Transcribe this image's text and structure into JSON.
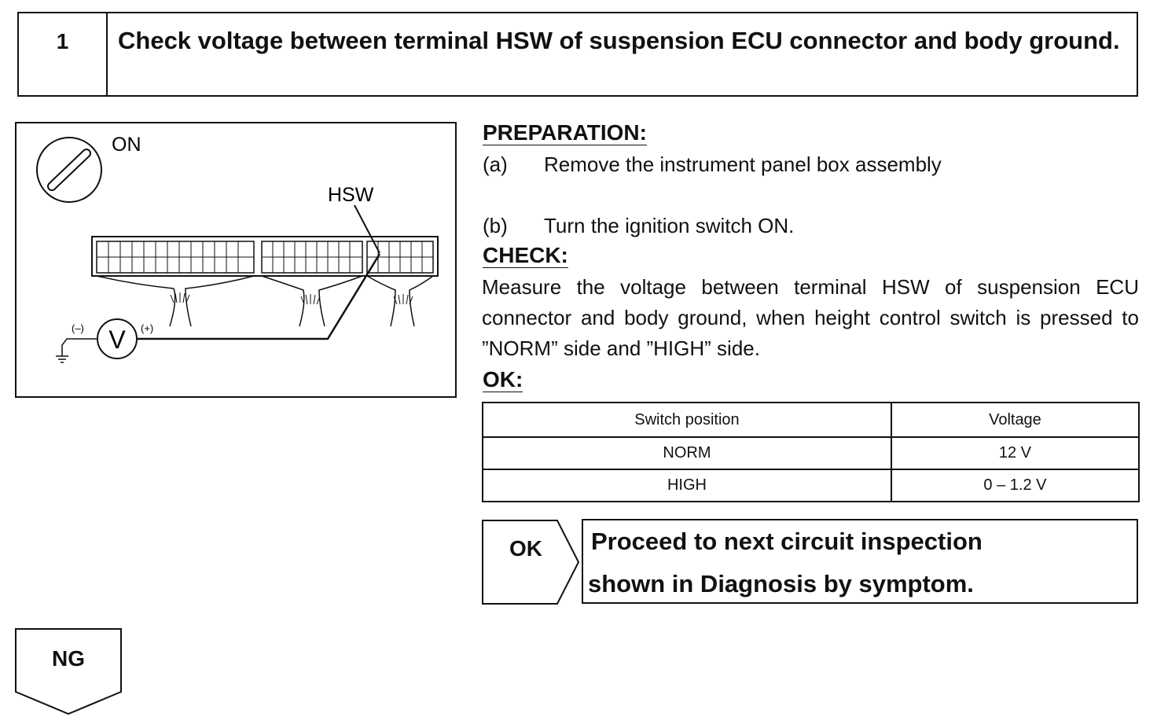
{
  "header": {
    "step_number": "1",
    "title": "Check voltage between terminal HSW of suspension ECU connector and body ground."
  },
  "figure": {
    "ignition_label": "ON",
    "terminal_label": "HSW",
    "minus_label": "(–)",
    "plus_label": "(+)",
    "meter_symbol": "V"
  },
  "preparation": {
    "heading": "PREPARATION:",
    "steps": [
      {
        "letter": "(a)",
        "text": "Remove the instrument panel box assembly"
      },
      {
        "letter": "(b)",
        "text": "Turn the ignition switch ON."
      }
    ]
  },
  "check": {
    "heading": "CHECK:",
    "text": "Measure the voltage between terminal HSW of suspension ECU connector and body ground, when height control switch is pressed to ”NORM” side and ”HIGH” side."
  },
  "ok_section": {
    "heading": "OK:",
    "table": {
      "headers": [
        "Switch position",
        "Voltage"
      ],
      "rows": [
        [
          "NORM",
          "12 V"
        ],
        [
          "HIGH",
          "0 – 1.2 V"
        ]
      ]
    }
  },
  "result_ok": {
    "tag": "OK",
    "line1": "Proceed to next circuit inspection",
    "line2": "shown in Diagnosis by symptom."
  },
  "result_ng": {
    "tag": "NG"
  }
}
